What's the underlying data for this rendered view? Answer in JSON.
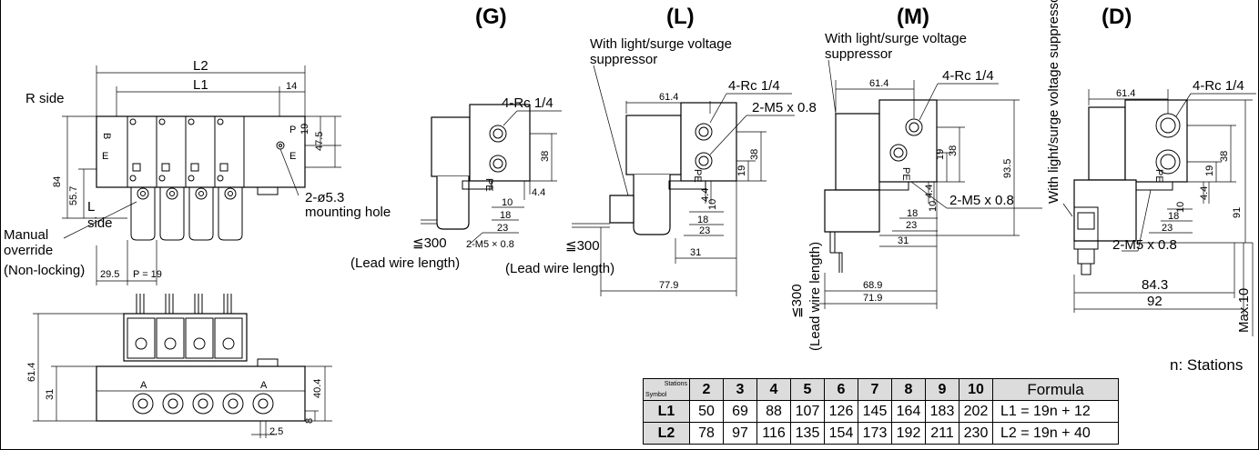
{
  "headers": {
    "g": "(G)",
    "l": "(L)",
    "m": "(M)",
    "d": "(D)"
  },
  "manifold": {
    "l2": "L2",
    "l1": "L1",
    "d14": "14",
    "r_side": "R side",
    "l_side": "L",
    "l_side2": "side",
    "manual": "Manual",
    "override": "override",
    "non_locking": "(Non-locking)",
    "d84": "84",
    "d55_7": "55.7",
    "d19": "19",
    "d47_5": "47.5",
    "hole": "2-ø5.3",
    "mounting": "mounting hole",
    "d29_5": "29.5",
    "pitch": "P = 19",
    "d61_4": "61.4",
    "d31": "31",
    "d40_4": "40.4",
    "d8": "8",
    "d2_5": "2.5",
    "port_a": "A",
    "port_p": "P",
    "port_e": "E",
    "port_b": "B"
  },
  "view_g": {
    "rc": "4-Rc 1/4",
    "d38": "38",
    "d4_4": "4.4",
    "d10": "10",
    "d18": "18",
    "d23": "23",
    "m5": "2-M5 × 0.8",
    "lead": "≦300",
    "lead_len": "(Lead wire length)",
    "pe": "PE"
  },
  "view_l": {
    "light1": "With light/surge voltage",
    "light2": "suppressor",
    "d61_4": "61.4",
    "rc": "4-Rc 1/4",
    "m5": "2-M5 x 0.8",
    "d19": "19",
    "d38": "38",
    "d4_4": "4.4",
    "d10": "10",
    "d18": "18",
    "d23": "23",
    "d31": "31",
    "lead": "≦300",
    "lead_len": "(Lead wire length)",
    "d77_9": "77.9",
    "pe": "PE"
  },
  "view_m": {
    "light1": "With light/surge voltage",
    "light2": "suppressor",
    "d61_4": "61.4",
    "rc": "4-Rc 1/4",
    "d38": "38",
    "d19": "19",
    "d4_4": "4.4",
    "d10": "10",
    "m5": "2-M5 x 0.8",
    "d93_5": "93.5",
    "d18": "18",
    "d23": "23",
    "d31": "31",
    "lead": "≦300",
    "lead_len": "(Lead wire length)",
    "d68_9": "68.9",
    "d71_9": "71.9",
    "pe": "PE"
  },
  "view_d": {
    "light": "With light/surge voltage suppresso",
    "d61_4": "61.4",
    "rc": "4-Rc 1/4",
    "d38": "38",
    "d19": "19",
    "d4_4": "4.4",
    "d10": "10",
    "d91": "91",
    "d18": "18",
    "d23": "23",
    "m5": "2-M5 x 0.8",
    "d84_3": "84.3",
    "d92": "92",
    "max10": "Max.10",
    "pe": "PE"
  },
  "table": {
    "note": "n: Stations",
    "corner_stations": "Stations",
    "corner_symbol": "Symbol",
    "stations": [
      "2",
      "3",
      "4",
      "5",
      "6",
      "7",
      "8",
      "9",
      "10"
    ],
    "formula_header": "Formula",
    "rows": [
      {
        "symbol": "L1",
        "values": [
          "50",
          "69",
          "88",
          "107",
          "126",
          "145",
          "164",
          "183",
          "202"
        ],
        "formula": "L1 = 19n + 12"
      },
      {
        "symbol": "L2",
        "values": [
          "78",
          "97",
          "116",
          "135",
          "154",
          "173",
          "192",
          "211",
          "230"
        ],
        "formula": "L2 = 19n + 40"
      }
    ]
  }
}
